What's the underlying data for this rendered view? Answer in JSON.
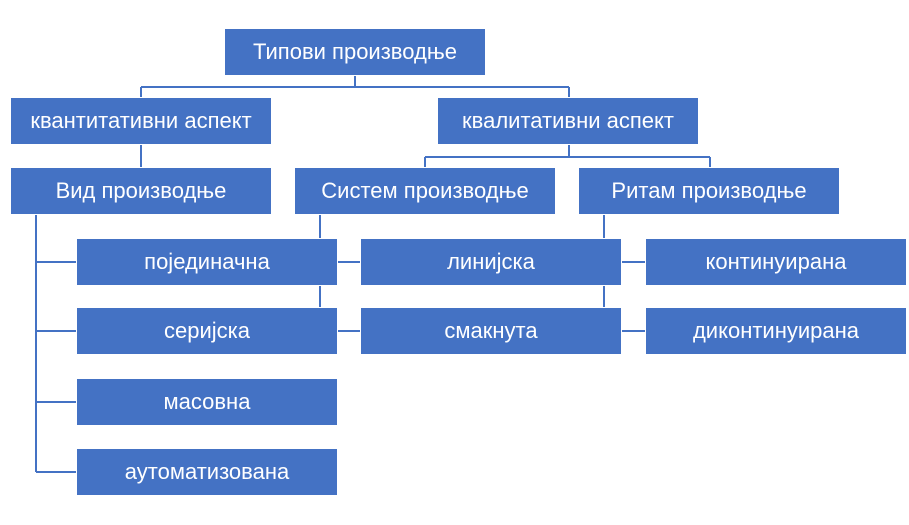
{
  "colors": {
    "box": "#4472c4",
    "line": "#4472c4",
    "text": "#ffffff",
    "background": "#ffffff"
  },
  "diagram": {
    "root": "Типови производње",
    "quantitative": "квантитативни аспект",
    "qualitative": "квалитативни аспект",
    "kind": "Вид производње",
    "system": "Систем производње",
    "rhythm": "Ритам производње",
    "kind_items": [
      "појединачна",
      "серијска",
      "масовна",
      "аутоматизована"
    ],
    "system_items": [
      "линијска",
      "смакнута"
    ],
    "rhythm_items": [
      "континуирана",
      "диконтинуирана"
    ]
  }
}
